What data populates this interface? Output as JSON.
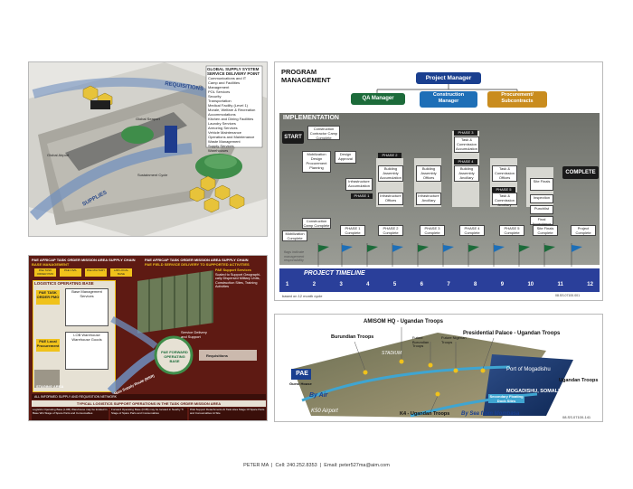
{
  "panel1": {
    "title": "GLOBAL SUPPLY SYSTEM SERVICE DELIVERY POINT",
    "requisitions": "REQUISITIONS",
    "supplies": "SUPPLIES",
    "items": [
      "Communications and IT",
      "Camp and Facilities Management",
      "POL Services",
      "Security",
      "Transportation",
      "Medical Facility (Level 1)",
      "Morale, Welfare & Recreation",
      "Accommodations",
      "Kitchen and Dining Facilities",
      "Laundry Services",
      "Armoring Services",
      "Vehicle Maintenance",
      "Operations and Maintenance",
      "Waste Management",
      "Supply Services",
      "Warehouses"
    ],
    "small_labels": [
      "Global Airport",
      "Global Seaport",
      "Sustainment Cycle"
    ]
  },
  "panel2": {
    "title_line1": "PROGRAM",
    "title_line2": "MANAGEMENT",
    "program_manager": "Project Manager",
    "qa_manager": "QA Manager",
    "construction_manager_1": "Construction",
    "construction_manager_2": "Manager",
    "procurement_1": "Procurement/",
    "procurement_2": "Subcontracts",
    "implementation": "IMPLEMENTATION",
    "start": "START",
    "complete": "COMPLETE",
    "phases": [
      "PHASE 1",
      "PHASE 2",
      "PHASE 3",
      "PHASE 4",
      "PHASE 5"
    ],
    "milestones": [
      "Mobilization Complete",
      "Construction Camp Complete",
      "PHASE 1 Complete",
      "PHASE 2 Complete",
      "PHASE 3 Complete",
      "PHASE 4 Complete",
      "PHASE 5 Complete",
      "Site Finals Complete",
      "Project Complete"
    ],
    "timeline_title": "PROJECT TIMELINE",
    "months": [
      "1",
      "2",
      "3",
      "4",
      "5",
      "6",
      "7",
      "8",
      "9",
      "10",
      "11",
      "12"
    ],
    "based_on": "based on 12 month cycle",
    "flag_note": "flags indicate management responsibility",
    "code": "08.SS.07100.001",
    "flow_boxes": [
      "Construction Contractor Camp Complete",
      "Mobilization Design Procurement Planning",
      "Design Approval",
      "Infrastructure Accumulation",
      "Building Assembly Accumulation",
      "Infrastructure Offices",
      "Task & Commission Accumulation",
      "Building Assembly Offices",
      "Infrastructure Ancillary",
      "Building Assembly Ancillary",
      "Task & Commission Offices",
      "Task & Commission Ancillary",
      "Site Finals",
      "Inspection",
      "Punchlist",
      "Final Acceptance"
    ]
  },
  "panel3": {
    "header_left": "PAE AFRICAP TASK ORDER MISSION AREA SUPPLY CHAIN",
    "header_left_sub": "BASE MANAGEMENT",
    "header_right": "PAE AFRICAP TASK ORDER MISSION AREA SUPPLY CHAIN",
    "header_right_sub": "PAE FIELD SERVICE DELIVERY TO SUPPORTED ACTIVITIES",
    "support_title": "PAE Support Services",
    "support_lines": [
      "Scaled to Support Geographi-",
      "cally Dispersed Military Units,",
      "Construction Sites, Training",
      "Activities"
    ],
    "logistics_base": "LOGISTICS OPERATING BASE",
    "task_order": "PAE TASK ORDER PMO",
    "base_services": "Base Management Services",
    "lob_warehouse": "LOB Warehouse Warehouse Goods",
    "local_procurement": "PAE Local Procurement",
    "staging": "STAGING AREA",
    "supply_route": "Main Supply Route (MSR)",
    "requisitions": "Requisitions",
    "center_circle": "PAE FORWARD OPERATING BASE",
    "service_delivery": "Service Delivery and Support",
    "footer_bar": "ALL INFORMED SUPPLY AND REQUISITION NETWORK",
    "typical": "TYPICAL LOGISTICS SUPPORT OPERATIONS IN THE TASK ORDER MISSION AREA",
    "footer_cols": [
      "Logistics Operating Base (LOB) Warehouse may be located in Base WH Stage of Spare Parts and Consumables",
      "Forward Operating Base (FOB) may be located in Nearby Tr Stage of Spare Parts and Consumables",
      "PAE Support Detachments At Task sites Stage Of Spare Parts and Consumables At Site"
    ],
    "top_labels": [
      "PAE TASK ORDER PMO",
      "PAE CIVIL",
      "PAE MILITARY",
      "LAB LOCAL BASE"
    ]
  },
  "panel4": {
    "amisom": "AMISOM HQ - Ugandan Troops",
    "burundian": "Burundian Troops",
    "future_burundian": "Future Burundian Troops",
    "future_nigerian": "Future Nigerian Troops",
    "presidential": "Presidential Palace - Ugandan Troops",
    "ugandan_right": "Ugandan Troops",
    "k4": "K4 - Ugandan Troops",
    "pae": "PAE",
    "guest_house": "Guest House",
    "by_air": "By Air",
    "by_sea": "By Sea from Mombasa",
    "port": "Port of Mogadishu",
    "city": "MOGADISHU, SOMALIA",
    "stadium": "STADIUM",
    "airport": "K50 Airport",
    "seaport_box": "Secondary Floating Dock Sites",
    "code": "08.SS.07100-141"
  },
  "footer": {
    "name": "PETER MA",
    "sep": "|",
    "cell": "Cell: 240.252.8353",
    "email": "Email: peter527ma@aim.com"
  },
  "colors": {
    "program_manager": "#1a3f8f",
    "qa_manager": "#1c6b3a",
    "construction_manager": "#1e6fb7",
    "procurement": "#c98c1e",
    "timeline_blue": "#2a3f9a",
    "implementation_bg": "#8a8d86",
    "panel3_bg": "#5e1a13",
    "pae_yellow": "#f0c21b"
  }
}
